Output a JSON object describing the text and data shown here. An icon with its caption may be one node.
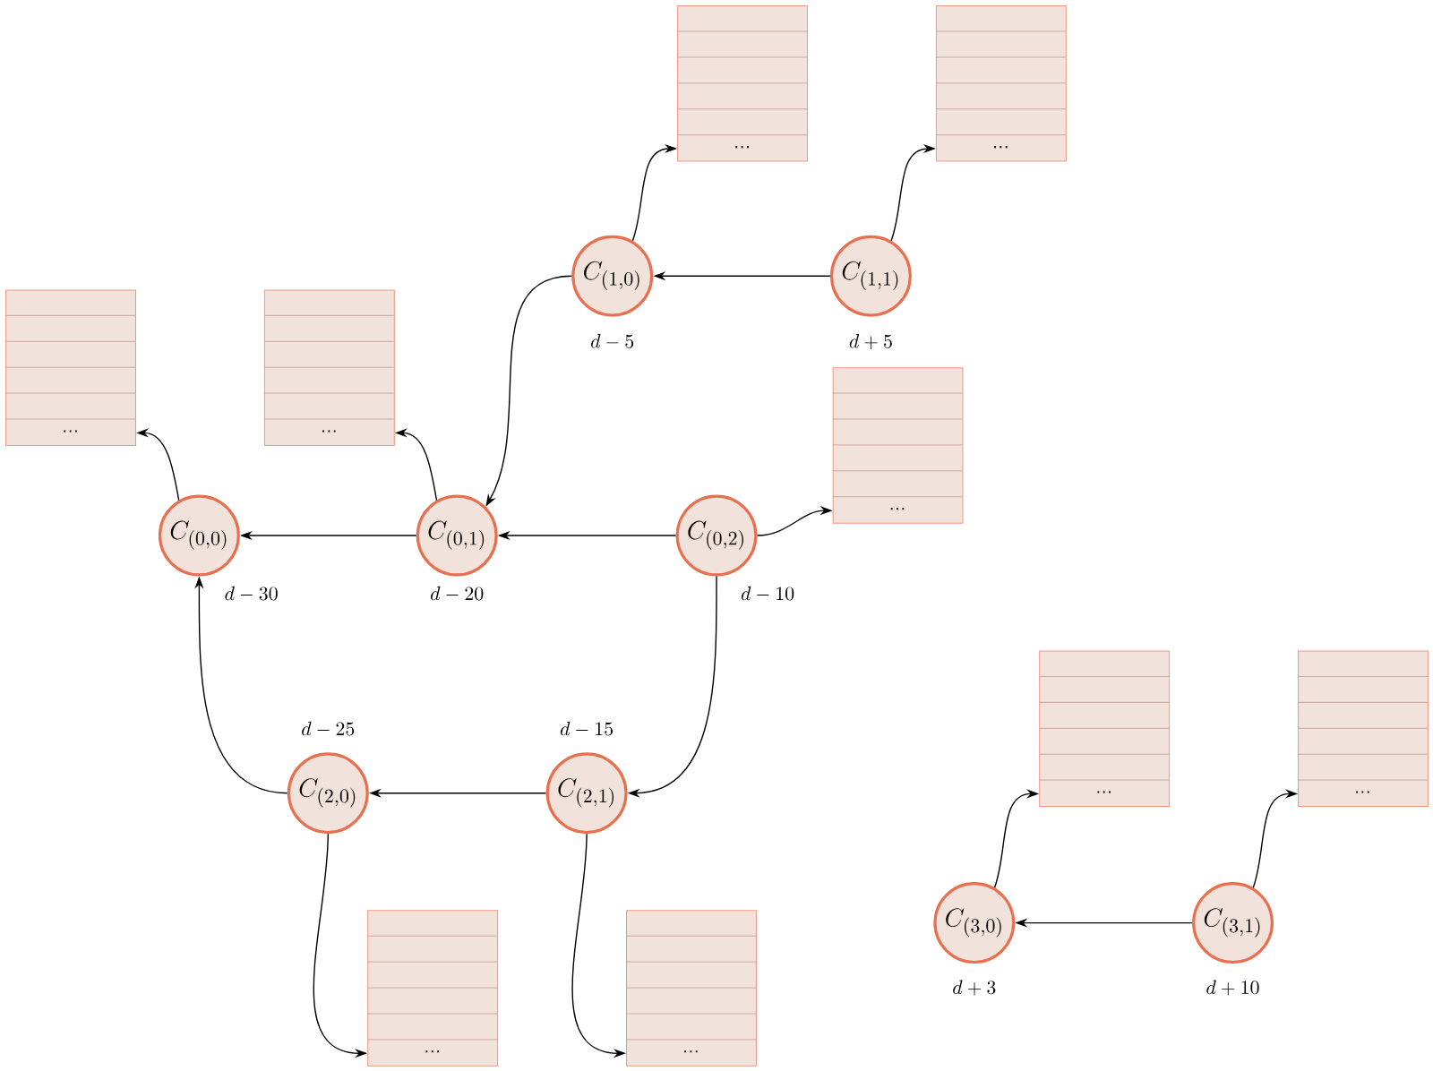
{
  "diagram": {
    "nodes": [
      {
        "text": [
          "…"
        ]
      },
      {
        "text": [
          "…"
        ]
      },
      {
        "text": [
          "C_{(1,0)}"
        ],
        "beside": [
          "d-5"
        ]
      },
      {
        "text": [
          "C_{(1,1)}"
        ],
        "beside": [
          "d+5"
        ]
      },
      {
        "text": [
          "…"
        ]
      },
      {
        "text": [
          "…"
        ]
      },
      {
        "text": [
          "…"
        ]
      },
      {
        "text": [
          "C_{(0,0)}"
        ],
        "beside": [
          "d-30"
        ]
      },
      {
        "text": [
          "C_{(0,1)}"
        ],
        "beside": [
          "d-20"
        ]
      },
      {
        "text": [
          "C_{(0,2)}"
        ],
        "beside": [
          "d-10"
        ]
      },
      {
        "text": [
          "…"
        ]
      },
      {
        "text": [
          "…"
        ]
      },
      {
        "text": [
          "C_{(2,0)}"
        ],
        "beside": [
          "d-25"
        ]
      },
      {
        "text": [
          "C_{(2,1)}"
        ],
        "beside": [
          "d-15"
        ]
      },
      {
        "text": [
          "C_{(3,0)}"
        ],
        "beside": [
          "d+3"
        ]
      },
      {
        "text": [
          "C_{(3,1)}"
        ],
        "beside": [
          "d+10"
        ]
      },
      {
        "text": [
          "…"
        ]
      },
      {
        "text": [
          "…"
        ]
      }
    ],
    "edges": [
      {
        "from": 3,
        "to": 2,
        "arrow": "to"
      },
      {
        "from": 2,
        "to": 0,
        "arrow": "to"
      },
      {
        "from": 3,
        "to": 1,
        "arrow": "to"
      },
      {
        "from": 2,
        "to": 8,
        "arrow": "to"
      },
      {
        "from": 8,
        "to": 7,
        "arrow": "to"
      },
      {
        "from": 9,
        "to": 8,
        "arrow": "to"
      },
      {
        "from": 7,
        "to": 4,
        "arrow": "to"
      },
      {
        "from": 8,
        "to": 5,
        "arrow": "to"
      },
      {
        "from": 9,
        "to": 6,
        "arrow": "to"
      },
      {
        "from": 9,
        "to": 13,
        "arrow": "to"
      },
      {
        "from": 13,
        "to": 12,
        "arrow": "to"
      },
      {
        "from": 12,
        "to": 7,
        "arrow": "to"
      },
      {
        "from": 12,
        "to": 16,
        "arrow": "to"
      },
      {
        "from": 13,
        "to": 17,
        "arrow": "to"
      },
      {
        "from": 15,
        "to": 14,
        "arrow": "to"
      },
      {
        "from": 14,
        "to": 10,
        "arrow": "to"
      },
      {
        "from": 15,
        "to": 11,
        "arrow": "to"
      }
    ]
  }
}
